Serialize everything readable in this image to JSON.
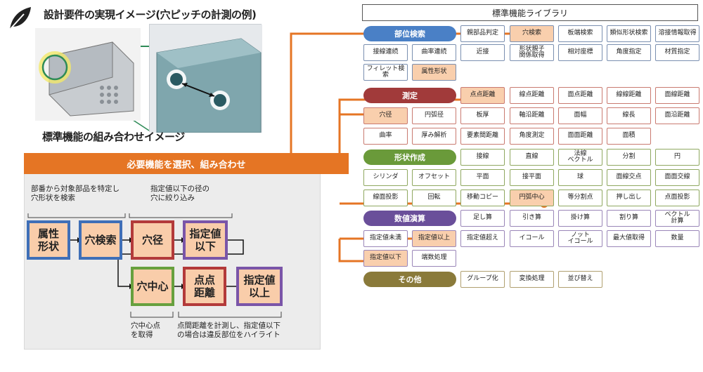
{
  "header": {
    "title": "設計要件の実現イメージ(穴ピッチの計測の例)",
    "subtitle": "標準機能の組み合わせイメージ"
  },
  "library": {
    "title": "標準機能ライブラリ",
    "categories": {
      "part_search": "部位検索",
      "measurement": "測定",
      "shape_creation": "形状作成",
      "calculation": "数値演算",
      "other": "その他"
    },
    "part_search_items": [
      "親部品判定",
      "穴検索",
      "板端検索",
      "類似形状検索",
      "溶接情報取得",
      "接線連続",
      "曲率連続",
      "近接",
      "形状親子\n関係取得",
      "相対座標",
      "角度指定",
      "材質指定",
      "フィレット検索",
      "属性形状"
    ],
    "measurement_items": [
      "点点距離",
      "線点距離",
      "面点距離",
      "線線距離",
      "面線距離",
      "穴径",
      "円弧径",
      "板厚",
      "軸沿距離",
      "面幅",
      "線長",
      "面沿距離",
      "曲率",
      "厚み解析",
      "要素間距離",
      "角度測定",
      "面面距離",
      "面積"
    ],
    "shape_items": [
      "接線",
      "直線",
      "法線\nベクトル",
      "分割",
      "円",
      "シリンダ",
      "オフセット",
      "平面",
      "接平面",
      "球",
      "面線交点",
      "面面交線",
      "線面投影",
      "回転",
      "移動コピー",
      "円弧中心",
      "等分割点",
      "押し出し",
      "点面投影"
    ],
    "calc_items": [
      "足し算",
      "引き算",
      "掛け算",
      "割り算",
      "ベクトル\n計算",
      "指定値未満",
      "指定値以上",
      "指定値超え",
      "イコール",
      "ノット\nイコール",
      "最大値取得",
      "数量",
      "指定値以下",
      "端数処理"
    ],
    "other_items": [
      "グループ化",
      "変換処理",
      "並び替え"
    ]
  },
  "process": {
    "bar_label": "必要機能を選択、組み合わせ",
    "note_1": "部番から対象部品を特定し\n穴形状を検索",
    "note_2": "指定値以下の径の\n穴に絞り込み",
    "note_3": "穴中心点\nを取得",
    "note_4": "点間距離を計測し、指定値以下\nの場合は違反部位をハイライト",
    "box_attr": "属性\n形状",
    "box_hole_search": "穴検索",
    "box_hole_dia": "穴径",
    "box_below_1": "指定値\n以下",
    "box_hole_center": "穴中心",
    "box_pt_dist": "点点\n距離",
    "box_above": "指定値\n以上"
  },
  "colors": {
    "part_search": "#4a80c6",
    "measurement": "#a13a3a",
    "shape_creation": "#6a9a3a",
    "calculation": "#6a4f9a",
    "other": "#8a7a3a",
    "connector": "#e57524",
    "highlight": "#f9cfad"
  }
}
